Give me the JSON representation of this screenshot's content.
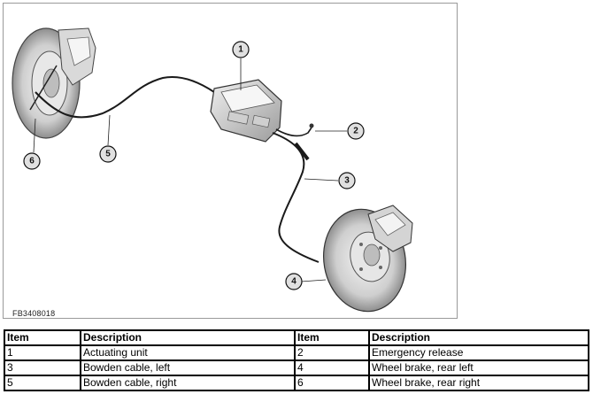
{
  "figure_code": "FB3408018",
  "callouts": {
    "c1": "1",
    "c2": "2",
    "c3": "3",
    "c4": "4",
    "c5": "5",
    "c6": "6"
  },
  "legend": {
    "headers": [
      "Item",
      "Description",
      "Item",
      "Description"
    ],
    "rows": [
      [
        "1",
        "Actuating unit",
        "2",
        "Emergency release"
      ],
      [
        "3",
        "Bowden cable, left",
        "4",
        "Wheel brake, rear left"
      ],
      [
        "5",
        "Bowden cable, right",
        "6",
        "Wheel brake, rear right"
      ]
    ]
  }
}
